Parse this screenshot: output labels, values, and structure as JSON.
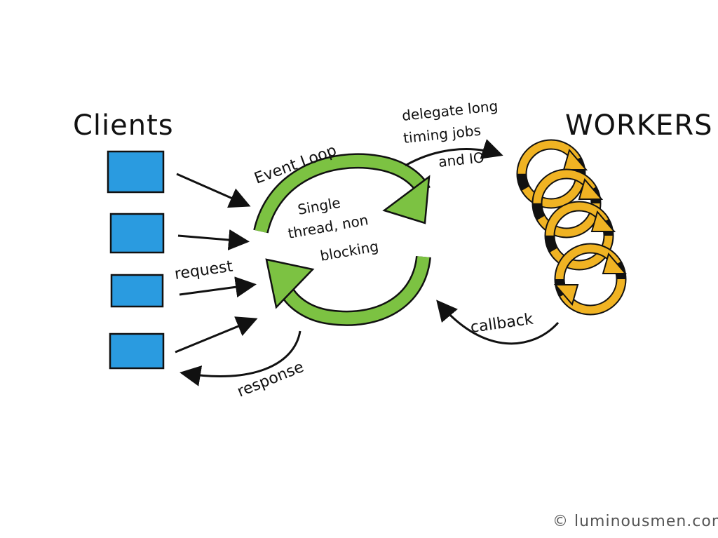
{
  "diagram": {
    "clients_title": "Clients",
    "workers_title": "WORKERS",
    "event_loop_label": "Event Loop",
    "loop_inner_line1": "Single",
    "loop_inner_line2": "thread, non",
    "loop_inner_line3": "blocking",
    "delegate_line1": "delegate long",
    "delegate_line2": "timing jobs",
    "delegate_line3": "and IO",
    "request_label": "request",
    "response_label": "response",
    "callback_label": "callback",
    "credit": "© luminousmen.com",
    "client_count": 4,
    "worker_count": 4
  },
  "colors": {
    "client_fill": "#2a9be0",
    "loop_green": "#7cc242",
    "worker_yellow": "#f0b323",
    "ink": "#111111"
  },
  "icons": {
    "arrow": "arrow-icon",
    "loop": "cycle-arrows-icon",
    "worker": "cycle-arrows-icon"
  }
}
